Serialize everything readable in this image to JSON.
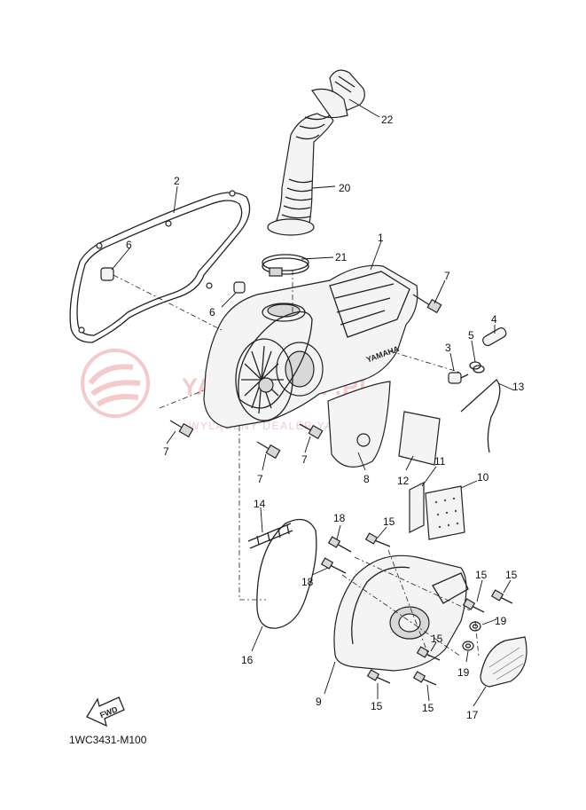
{
  "diagram_code": "1WC3431-M100",
  "watermark": {
    "main": "YAMASKLEP.PL",
    "sub": "WYLĄCZNY DEALER YAMAHA",
    "color": "#f3c5c5"
  },
  "fwd_label": "FWD",
  "cover_logo": "YAMAHA",
  "callouts": [
    {
      "id": "c22",
      "label": "22"
    },
    {
      "id": "c20",
      "label": "20"
    },
    {
      "id": "c2",
      "label": "2"
    },
    {
      "id": "c6a",
      "label": "6"
    },
    {
      "id": "c21",
      "label": "21"
    },
    {
      "id": "c1",
      "label": "1"
    },
    {
      "id": "c7a",
      "label": "7"
    },
    {
      "id": "c6b",
      "label": "6"
    },
    {
      "id": "c4",
      "label": "4"
    },
    {
      "id": "c3",
      "label": "3"
    },
    {
      "id": "c5",
      "label": "5"
    },
    {
      "id": "c13",
      "label": "13"
    },
    {
      "id": "c7b",
      "label": "7"
    },
    {
      "id": "c7c",
      "label": "7"
    },
    {
      "id": "c7d",
      "label": "7"
    },
    {
      "id": "c8",
      "label": "8"
    },
    {
      "id": "c12",
      "label": "12"
    },
    {
      "id": "c11",
      "label": "11"
    },
    {
      "id": "c10",
      "label": "10"
    },
    {
      "id": "c14",
      "label": "14"
    },
    {
      "id": "c18a",
      "label": "18"
    },
    {
      "id": "c15a",
      "label": "15"
    },
    {
      "id": "c18b",
      "label": "18"
    },
    {
      "id": "c15b",
      "label": "15"
    },
    {
      "id": "c15c",
      "label": "15"
    },
    {
      "id": "c19a",
      "label": "19"
    },
    {
      "id": "c15d",
      "label": "15"
    },
    {
      "id": "c19b",
      "label": "19"
    },
    {
      "id": "c16",
      "label": "16"
    },
    {
      "id": "c9",
      "label": "9"
    },
    {
      "id": "c15e",
      "label": "15"
    },
    {
      "id": "c15f",
      "label": "15"
    },
    {
      "id": "c17",
      "label": "17"
    }
  ]
}
